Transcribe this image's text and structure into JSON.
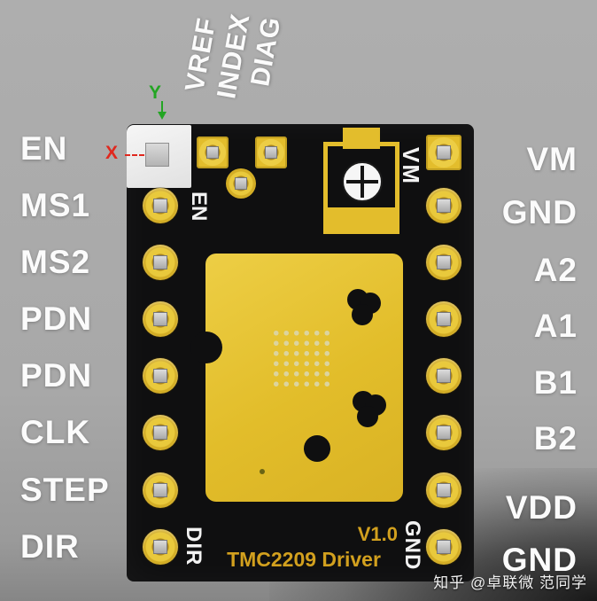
{
  "pins": {
    "left": [
      "EN",
      "MS1",
      "MS2",
      "PDN",
      "PDN",
      "CLK",
      "STEP",
      "DIR"
    ],
    "right": [
      "VM",
      "GND",
      "A2",
      "A1",
      "B1",
      "B2",
      "VDD",
      "GND"
    ],
    "top": [
      "VREF",
      "INDEX",
      "DIAG"
    ]
  },
  "board": {
    "silk_en": "EN",
    "silk_vm": "VM",
    "silk_dir": "DIR",
    "silk_gnd": "GND",
    "version": "V1.0",
    "title": "TMC2209 Driver"
  },
  "axis": {
    "x": "X",
    "y": "Y"
  },
  "watermark": "知乎 @卓联微 范同学",
  "colors": {
    "background": "#a8a8a8",
    "board": "#0f0f10",
    "pad_gold": "#e9c93c",
    "copper": "#e2bd2a",
    "silk_text": "#f2f2f2",
    "gold_text": "#d2a01e",
    "axis_x": "#e0281e",
    "axis_y": "#23a523"
  }
}
